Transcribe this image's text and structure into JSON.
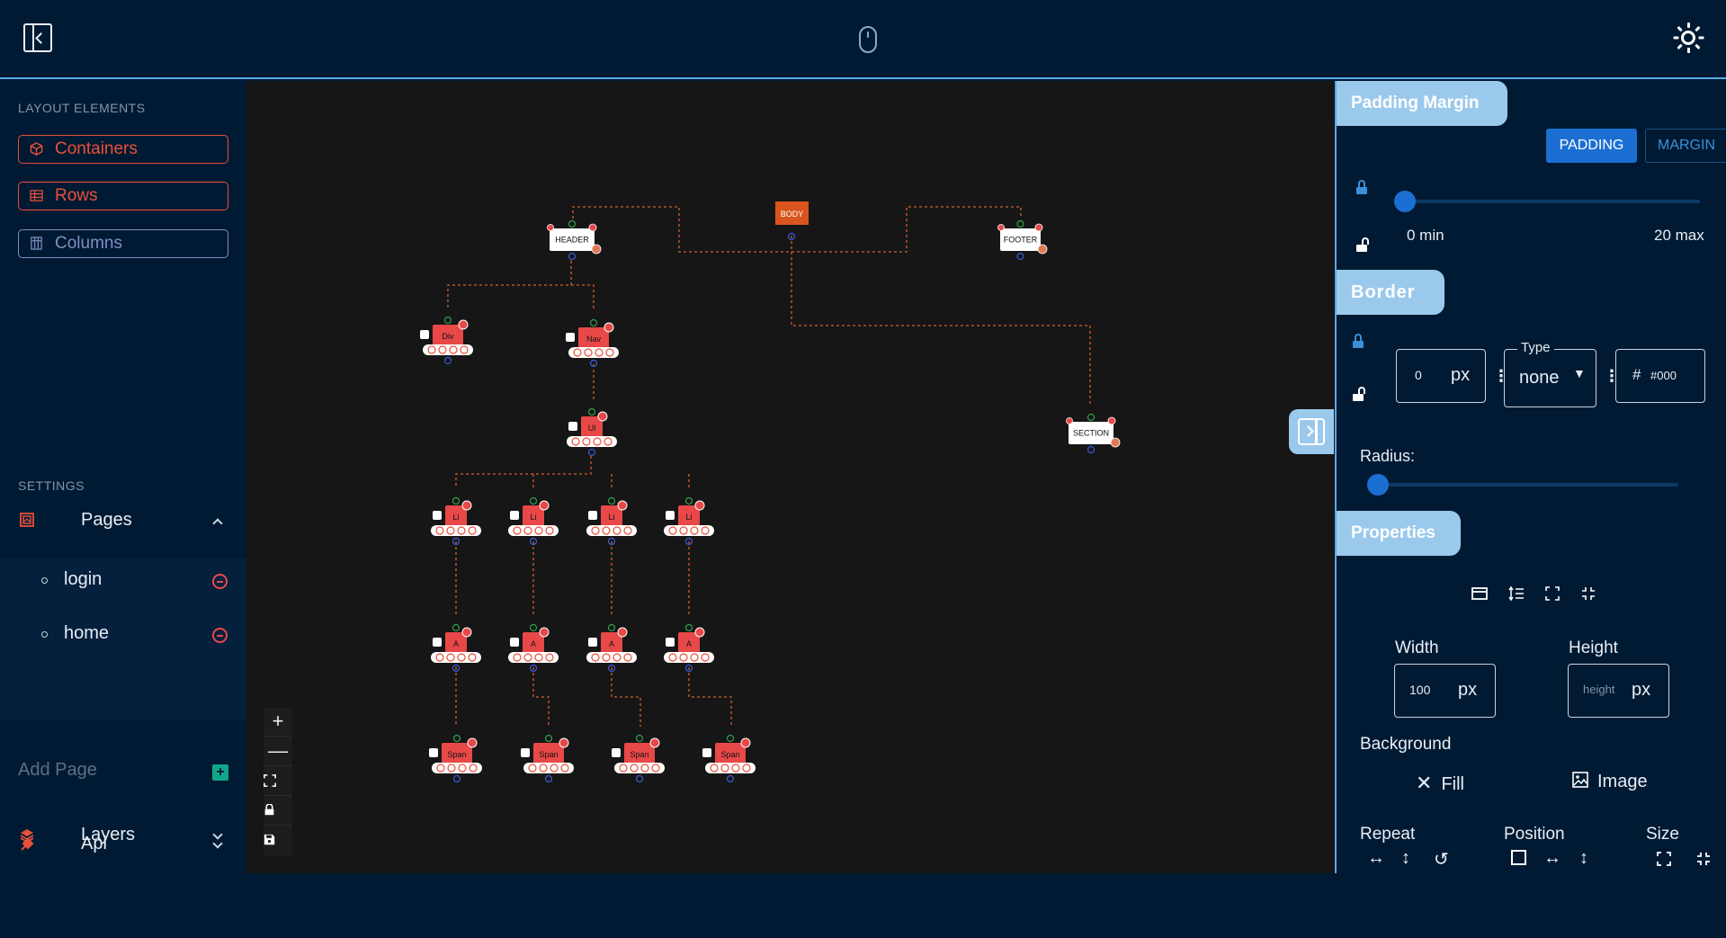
{
  "topbar": {
    "collapse_icon": "sidebar-collapse-icon",
    "mode_icon": "mouse-icon",
    "theme_icon": "sun-icon"
  },
  "sidebar": {
    "layout_heading": "LAYOUT ELEMENTS",
    "layout_items": [
      {
        "label": "Containers",
        "icon": "cube-icon",
        "color": "#e8503a"
      },
      {
        "label": "Rows",
        "icon": "rows-grid-icon",
        "color": "#e8503a"
      },
      {
        "label": "Columns",
        "icon": "columns-grid-icon",
        "color": "#7d8fc4"
      }
    ],
    "settings_heading": "SETTINGS",
    "pages": {
      "label": "Pages",
      "items": [
        "login",
        "home"
      ],
      "add_placeholder": "Add Page"
    },
    "api": {
      "label": "Api"
    },
    "layers": {
      "label": "Layers"
    }
  },
  "canvas": {
    "nodes": {
      "body": "BODY",
      "header": "HEADER",
      "footer": "FOOTER",
      "section": "SECTION",
      "div": "Div",
      "nav": "Nav",
      "ul": "Ul",
      "li": "Li",
      "a": "A",
      "span": "Span"
    },
    "zoom_controls": [
      "+",
      "—",
      "fit-view-icon",
      "lock-icon",
      "save-icon"
    ]
  },
  "panel": {
    "padding_margin": {
      "title": "Padding Margin",
      "padding_label": "PADDING",
      "margin_label": "MARGIN",
      "min_label": "0 min",
      "max_label": "20 max",
      "value": 0
    },
    "border": {
      "title": "Border",
      "width_value": "0",
      "width_unit": "px",
      "type_legend": "Type",
      "type_value": "none",
      "color_prefix": "#",
      "color_value": "#000",
      "radius_label": "Radius:"
    },
    "properties": {
      "title": "Properties",
      "width_label": "Width",
      "width_value": "100",
      "width_unit": "px",
      "height_label": "Height",
      "height_placeholder": "height",
      "height_unit": "px",
      "background_label": "Background",
      "fill_label": "Fill",
      "image_label": "Image",
      "repeat_label": "Repeat",
      "position_label": "Position",
      "size_label": "Size"
    }
  },
  "colors": {
    "accent": "#5aa8e6",
    "tab": "#9bc9ec",
    "node_red": "#e84848",
    "body_node": "#d9541e"
  }
}
